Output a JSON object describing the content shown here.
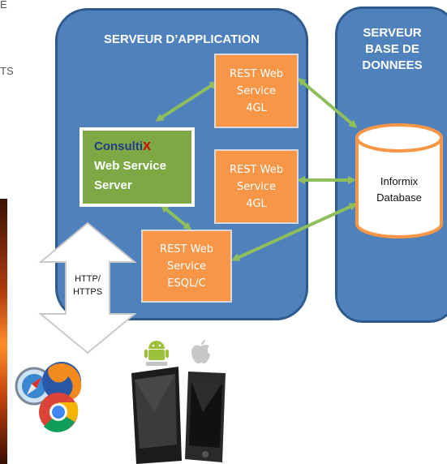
{
  "clipped_left_text": {
    "line1": "E",
    "line2": "TS"
  },
  "app_server": {
    "title": "SERVEUR D’APPLICATION"
  },
  "db_server": {
    "title_line1": "SERVEUR",
    "title_line2": "BASE DE",
    "title_line3": "DONNEES"
  },
  "services": [
    {
      "line1": "REST Web",
      "line2": "Service",
      "line3": "4GL"
    },
    {
      "line1": "REST Web",
      "line2": "Service",
      "line3": "4GL"
    },
    {
      "line1": "REST Web",
      "line2": "Service",
      "line3": "ESQL/C"
    }
  ],
  "consultix": {
    "brand_main": "Consulti",
    "brand_x": "X",
    "line2": "Web Service",
    "line3": "Server"
  },
  "database": {
    "line1": "Informix",
    "line2": "Database"
  },
  "http_arrow": {
    "line1": "HTTP/",
    "line2": "HTTPS"
  },
  "colors": {
    "panel_blue": "#4f81bd",
    "service_orange": "#f79646",
    "server_green": "#7ea843",
    "arrow_green": "#8fbf5a"
  }
}
